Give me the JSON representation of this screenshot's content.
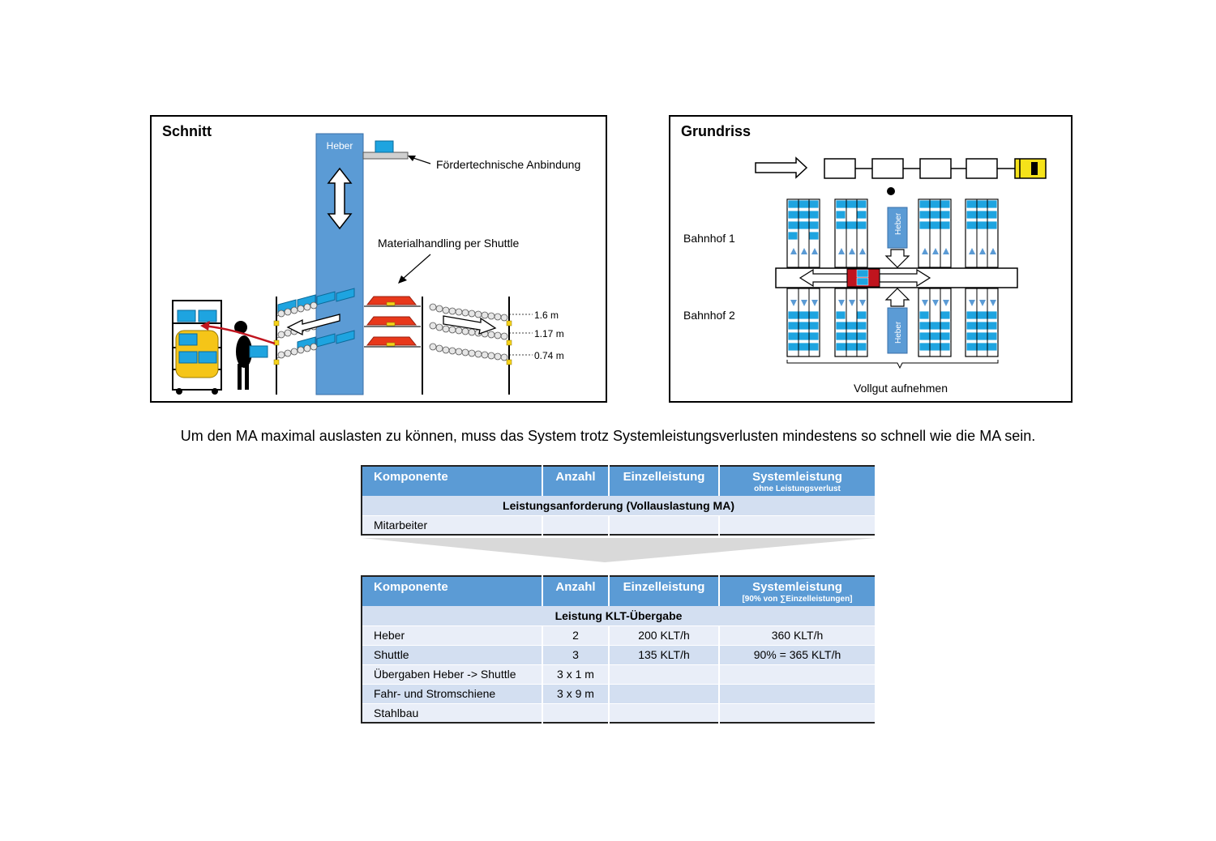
{
  "schnitt": {
    "title": "Schnitt",
    "heber_label": "Heber",
    "anbindung_label": "Fördertechnische Anbindung",
    "shuttle_label": "Materialhandling per Shuttle",
    "heights": [
      "1.6 m",
      "1.17 m",
      "0.74 m"
    ]
  },
  "grundriss": {
    "title": "Grundriss",
    "bahnhof1": "Bahnhof 1",
    "bahnhof2": "Bahnhof 2",
    "heber_label": "Heber",
    "vollgut_label": "Vollgut aufnehmen"
  },
  "statement": "Um den MA maximal auslasten zu können, muss das System trotz Systemleistungsverlusten mindestens so schnell wie die MA sein.",
  "table1": {
    "headers": [
      "Komponente",
      "Anzahl",
      "Einzelleistung",
      "Systemleistung"
    ],
    "header_sub": "ohne Leistungsverlust",
    "section": "Leistungsanforderung (Vollauslastung MA)",
    "rows": [
      [
        "Mitarbeiter",
        "",
        "",
        ""
      ]
    ]
  },
  "table2": {
    "headers": [
      "Komponente",
      "Anzahl",
      "Einzelleistung",
      "Systemleistung"
    ],
    "header_sub": "[90% von ∑Einzelleistungen]",
    "section": "Leistung KLT-Übergabe",
    "rows": [
      [
        "Heber",
        "2",
        "200 KLT/h",
        "360 KLT/h"
      ],
      [
        "Shuttle",
        "3",
        "135 KLT/h",
        "90% = 365 KLT/h"
      ],
      [
        "Übergaben Heber -> Shuttle",
        "3 x 1 m",
        "",
        ""
      ],
      [
        "Fahr- und Stromschiene",
        "3 x 9 m",
        "",
        ""
      ],
      [
        "Stahlbau",
        "",
        "",
        ""
      ]
    ]
  },
  "colors": {
    "box_blue": "#1ea4e0",
    "lift_blue": "#5b9bd5",
    "shuttle_red": "#e8381b",
    "header_blue": "#5b9bd5",
    "cart_yellow": "#f5c518"
  }
}
